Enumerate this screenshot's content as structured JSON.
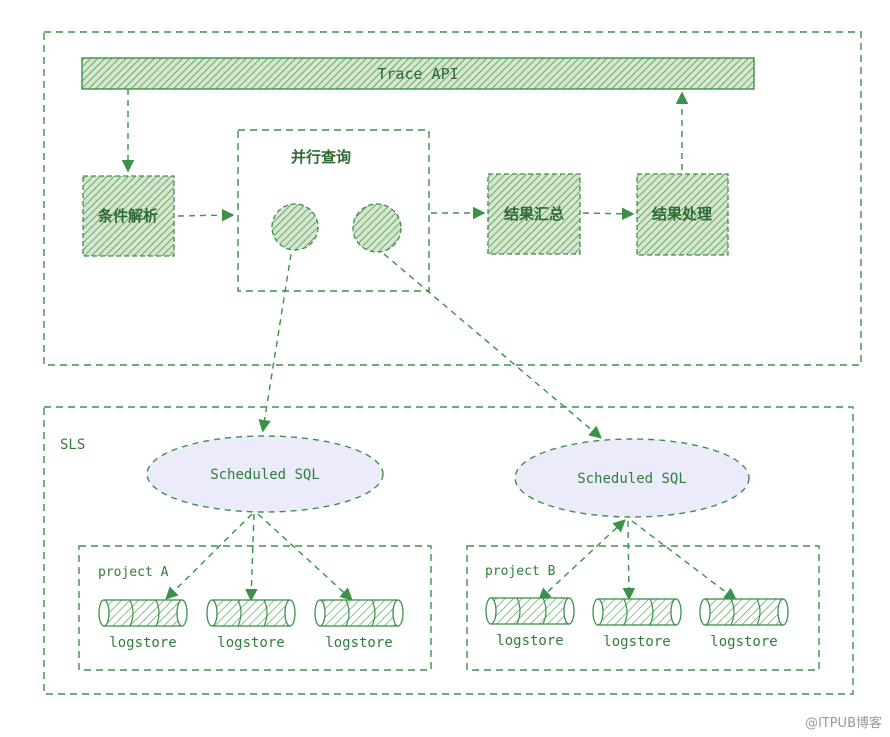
{
  "top_system": {
    "api_label": "Trace API",
    "parse_label": "条件解析",
    "parallel_query_label": "并行查询",
    "aggregate_label": "结果汇总",
    "process_label": "结果处理"
  },
  "sls": {
    "label": "SLS",
    "scheduled_sql_left": "Scheduled SQL",
    "scheduled_sql_right": "Scheduled SQL",
    "project_a": {
      "label": "project A",
      "logstores": [
        "logstore",
        "logstore",
        "logstore"
      ]
    },
    "project_b": {
      "label": "project B",
      "logstores": [
        "logstore",
        "logstore",
        "logstore"
      ]
    }
  },
  "watermark": "@ITPUB博客",
  "colors": {
    "accent_green": "#3b9148",
    "ellipse_fill": "#ecebfb"
  }
}
